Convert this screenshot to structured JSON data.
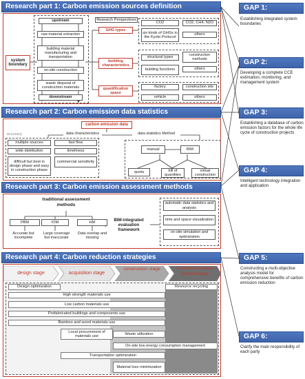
{
  "parts": {
    "p1": {
      "title": "Research part 1: Carbon emission sources definition"
    },
    "p2": {
      "title": "Research part 2: Carbon emission data statistics"
    },
    "p3": {
      "title": "Research part 3: Carbon emission assessment methods"
    },
    "p4": {
      "title": "Research part 4: Carbon reduction strategies"
    }
  },
  "gaps": [
    {
      "title": "GAP 1:",
      "desc": "Establishing integrated system boundaries"
    },
    {
      "title": "GAP 2:",
      "desc": "Developing a complete CCE estimation, monitoring, and management system"
    },
    {
      "title": "GAP 3:",
      "desc": "Establishing a database of carbon emission factors for the whole life cycle of construction projects"
    },
    {
      "title": "GAP 4:",
      "desc": "Intelligent technology integration and application"
    },
    {
      "title": "GAP 5:",
      "desc": "Constructing a multi-objective analysis model for comprehensive benefits of carbon emission reduction"
    },
    {
      "title": "GAP 6:",
      "desc": "Clarify the main responsibility of each party"
    }
  ],
  "part1": {
    "system_boundary": "system boundary",
    "upstream": "upstream",
    "downstream": "downstream",
    "stages": [
      "raw material extraction",
      "building material manufacturing and transportation",
      "on-site construction",
      "waste disposal of construction materials"
    ],
    "perspectives": "Research Perspectives",
    "ghg_types": "GHG types",
    "building_characteristics": "building characteristics",
    "quantification_space": "quantification space",
    "ghg_items": [
      "CO2",
      "CO2, CH4, N2O",
      "six kinds of GHGs in the Kyoto Protocol",
      "others"
    ],
    "bc_items": [
      "structural types",
      "construction methods",
      "building functions",
      "others"
    ],
    "qs_items": [
      "factory",
      "construction site",
      "vehicle",
      "others"
    ]
  },
  "part2": {
    "data_title": "carbon emission data",
    "characteristics": "data characteristics",
    "method": "data statistics Method",
    "accuracy": "accuracy",
    "left_items": [
      "multiple sources",
      "fast flow",
      "wide distribution",
      "timeliness",
      "difficult but best in design phase and easy in construction phase",
      "commercial sensitivity"
    ],
    "manual": "manual",
    "bim": "BIM",
    "bottom_items": [
      "quota",
      "bill of quantities",
      "virtual construction"
    ]
  },
  "part3": {
    "traditional": "traditional assessment methods",
    "methods": [
      "PBM",
      "IOM",
      "HM"
    ],
    "notes": [
      "Accurate but incomplete",
      "Large coverage but inaccurate",
      "Data overlap and missing"
    ],
    "bim_framework": "BIM-integrated evaluation framework",
    "right_items": [
      "automatic data statistics and analysis",
      "time and space visualization",
      "on-site simulation and optimization"
    ]
  },
  "part4": {
    "stages": [
      "design stage",
      "acquisition stage",
      "construction stage",
      "construction waste disposal stage"
    ],
    "strategies": [
      "Design optimization",
      "Resource recycling",
      "High strength materials use",
      "Low carbon materials use",
      "Prefabricated buildings and components use",
      "Bamboo and wood materials use",
      "Local procurement of materials use",
      "Waste utilization",
      "On-site low energy consumption management",
      "Transportation optimization",
      "Material loss minimization"
    ]
  },
  "colors": {
    "header_blue": "#4a72b9",
    "accent_red": "#c0392b"
  }
}
